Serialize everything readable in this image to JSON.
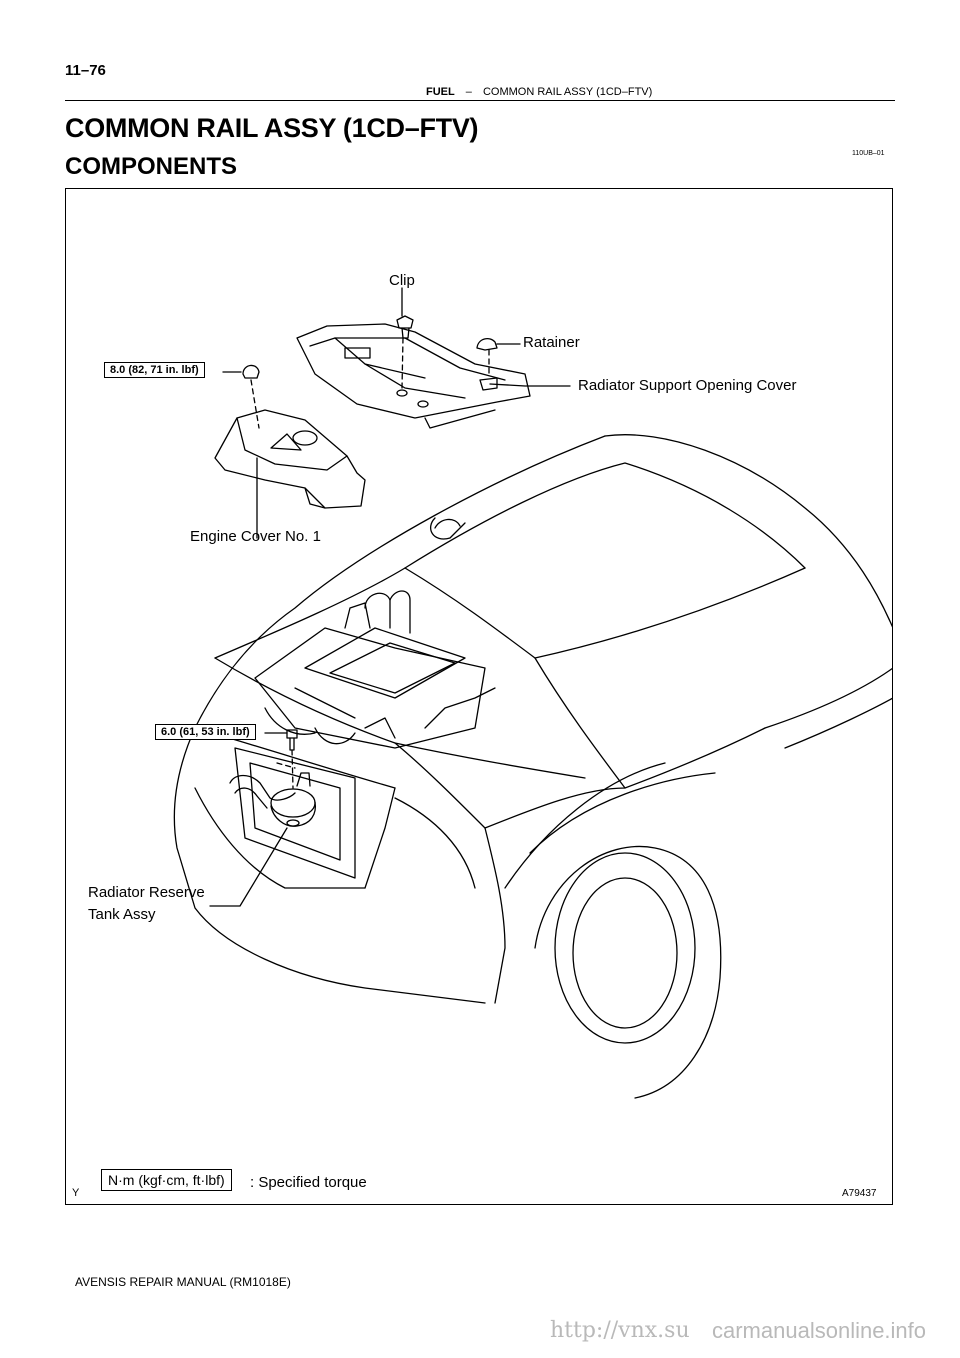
{
  "header": {
    "page_number": "11–76",
    "section": "FUEL",
    "separator": "–",
    "topic": "COMMON RAIL ASSY (1CD–FTV)"
  },
  "title": "COMMON RAIL ASSY (1CD–FTV)",
  "subtitle": "COMPONENTS",
  "ref_code": "110UB–01",
  "figure": {
    "labels": {
      "clip": "Clip",
      "ratainer": "Ratainer",
      "radiator_support_cover": "Radiator Support Opening Cover",
      "engine_cover": "Engine Cover No. 1",
      "reserve_tank_line1": "Radiator Reserve",
      "reserve_tank_line2": "Tank Assy"
    },
    "torques": {
      "engine_cover_nut": "8.0 (82, 71 in. lbf)",
      "reserve_tank_bolt": "6.0 (61, 53 in. lbf)"
    },
    "legend": {
      "unit_box": "N·m (kgf·cm, ft·lbf)",
      "text": ": Specified torque"
    },
    "corner_left": "Y",
    "figure_id": "A79437"
  },
  "footer": {
    "manual": "AVENSIS REPAIR MANUAL   (RM1018E)",
    "watermark": "http://vnx.su",
    "watermark2": "carmanualsonline.info"
  }
}
